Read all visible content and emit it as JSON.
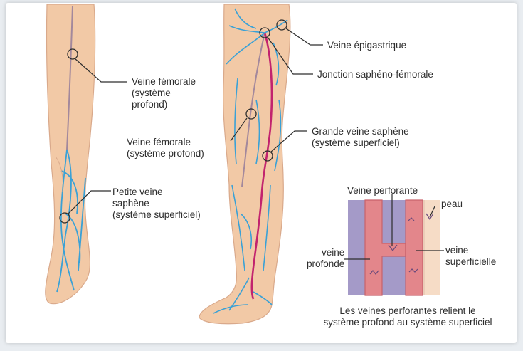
{
  "labels": {
    "femoral_left": [
      "Veine fémorale",
      "(système",
      "profond)"
    ],
    "small_saphenous": [
      "Petite veine",
      "saphène",
      "(système superficiel)"
    ],
    "femoral_mid": [
      "Veine fémorale",
      "(système profond)"
    ],
    "epigastric": "Veine épigastrique",
    "junction": "Jonction saphéno-fémorale",
    "great_saphenous": [
      "Grande veine saphène",
      "(système superficiel)"
    ],
    "perforating": "Veine perforante",
    "skin": "peau",
    "deep": [
      "veine",
      "profonde"
    ],
    "superficial": [
      "veine",
      "superficielle"
    ],
    "caption": [
      "Les veines perforantes relient le",
      "système profond au système superficiel"
    ]
  },
  "colors": {
    "skin": "#f2c9a6",
    "skin_outline": "#d9a98b",
    "vein_blue": "#3aa1d6",
    "saphenous_magenta": "#c2236e",
    "femoral_gray": "#a3889c",
    "deep_bg": "#a49ac8",
    "skin_layer": "#f6dcc6",
    "vessel": "#e3868b"
  }
}
